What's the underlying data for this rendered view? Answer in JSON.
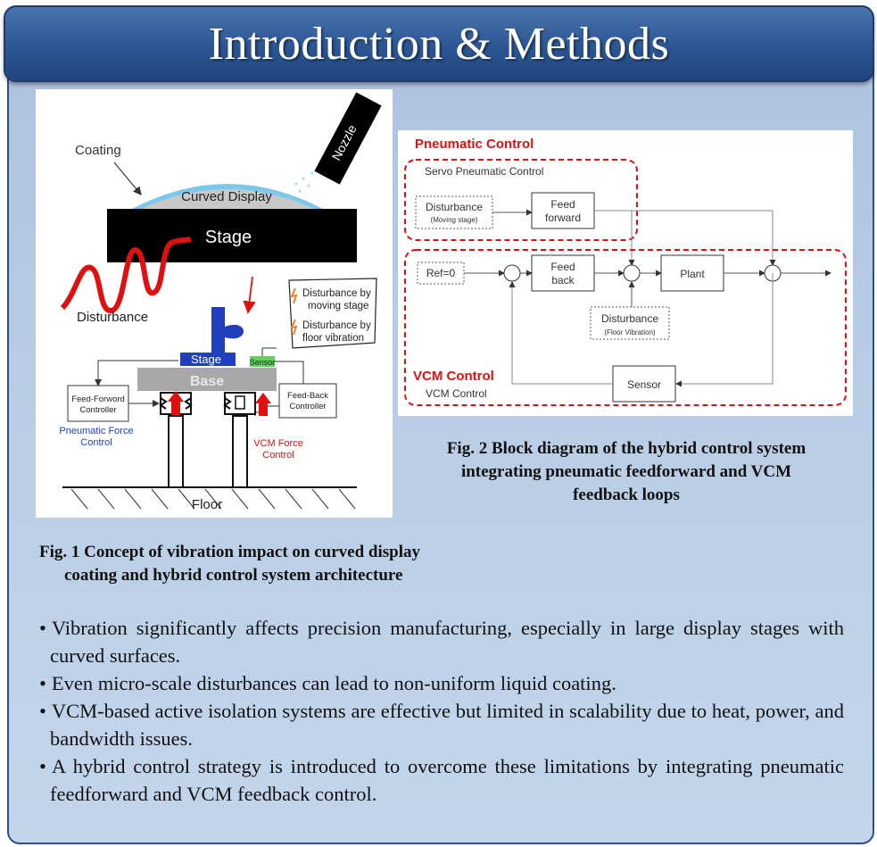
{
  "header": {
    "title": "Introduction & Methods"
  },
  "figure1": {
    "labels": {
      "coating": "Coating",
      "nozzle": "Nozzle",
      "curved_display": "Curved Display",
      "stage_top": "Stage",
      "disturbance": "Disturbance",
      "note_moving": "Disturbance by moving stage",
      "note_moving_l1": "Disturbance by",
      "note_moving_l2": "moving stage",
      "note_floor_l1": "Disturbance by",
      "note_floor_l2": "floor vibration",
      "stage_small": "Stage",
      "sensor": "Sensor",
      "base": "Base",
      "ff_ctrl_l1": "Feed-Forword",
      "ff_ctrl_l2": "Controller",
      "fb_ctrl_l1": "Feed-Back",
      "fb_ctrl_l2": "Controller",
      "pneu_l1": "Pneumatic Force",
      "pneu_l2": "Control",
      "vcm_l1": "VCM Force",
      "vcm_l2": "Control",
      "floor": "Floor"
    },
    "caption_l1": "Fig. 1 Concept of vibration impact on curved display",
    "caption_l2": "coating and hybrid control system architecture"
  },
  "figure2": {
    "labels": {
      "pneumatic_control": "Pneumatic Control",
      "servo_pneumatic": "Servo Pneumatic Control",
      "dist_moving_l1": "Disturbance",
      "dist_moving_l2": "(Moving stage)",
      "feedforward_l1": "Feed",
      "feedforward_l2": "forward",
      "ref": "Ref=0",
      "feedback_l1": "Feed",
      "feedback_l2": "back",
      "plant": "Plant",
      "dist_floor_l1": "Disturbance",
      "dist_floor_l2": "(Floor Vibration)",
      "vcm_control_red": "VCM Control",
      "vcm_control": "VCM Control",
      "sensor": "Sensor"
    },
    "caption_l1": "Fig. 2 Block diagram of the hybrid control system",
    "caption_l2": "integrating pneumatic feedforward and VCM",
    "caption_l3": "feedback loops"
  },
  "bullets": [
    "Vibration significantly affects precision manufacturing, especially in large display stages with curved surfaces.",
    "Even micro-scale disturbances can lead to non-uniform liquid coating.",
    "VCM-based active isolation systems are effective but limited in scalability due to heat, power, and bandwidth issues.",
    "A hybrid control strategy is introduced to overcome these limitations by integrating pneumatic feedforward and VCM feedback control."
  ]
}
